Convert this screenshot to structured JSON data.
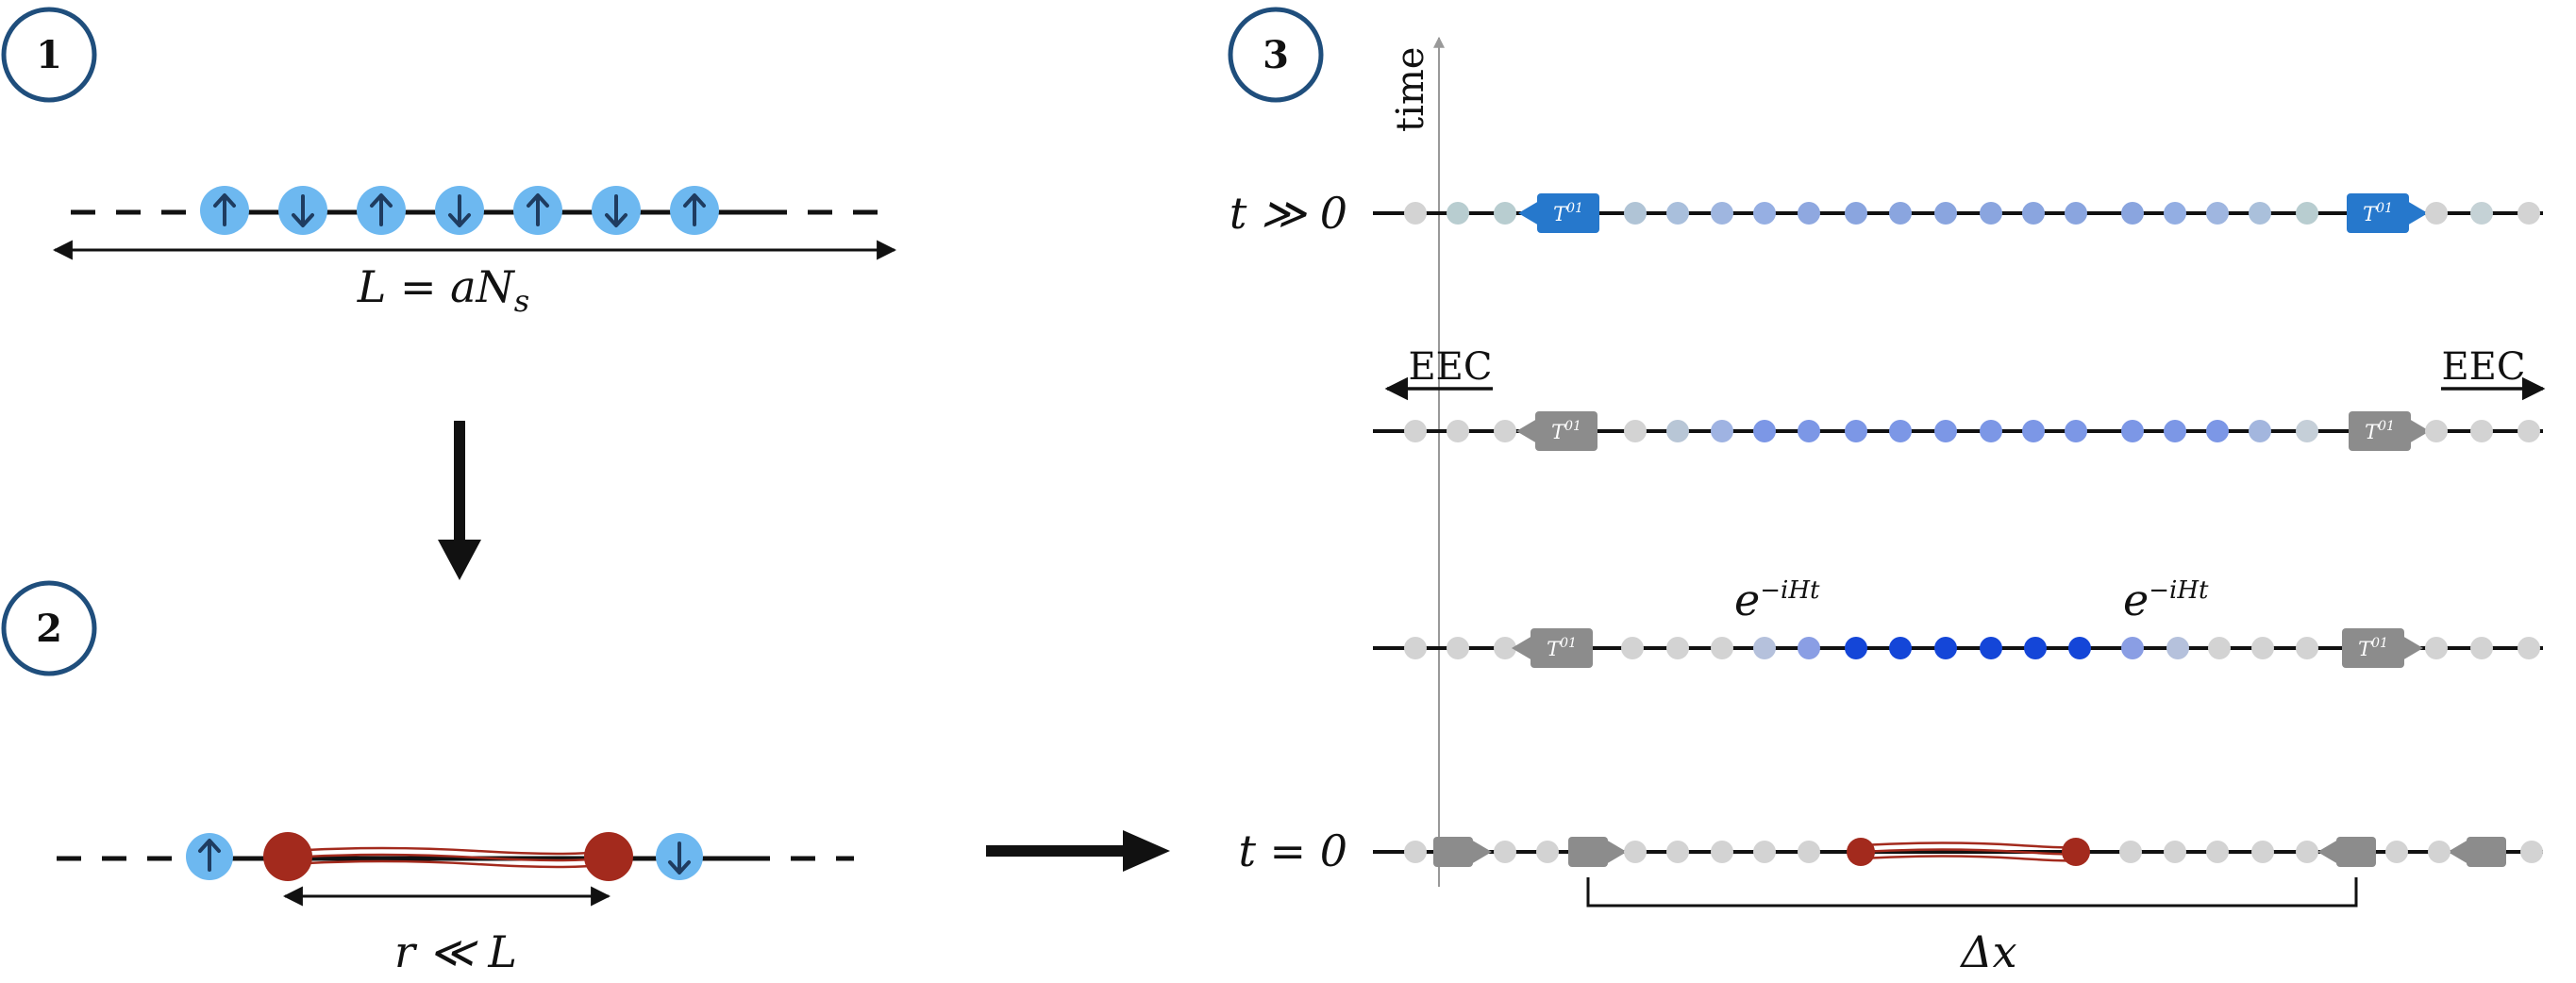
{
  "panels": [
    {
      "number": "1"
    },
    {
      "number": "2"
    },
    {
      "number": "3"
    }
  ],
  "panel1": {
    "length_label": "L = aN",
    "length_subscript": "s",
    "spins": [
      "up",
      "down",
      "up",
      "down",
      "up",
      "down",
      "up"
    ]
  },
  "panel2": {
    "distance_label": "r ≪ L",
    "spins": [
      "up",
      "down"
    ]
  },
  "panel3": {
    "time_axis_label": "time",
    "row_labels": {
      "top": "t ≫ 0",
      "bottom": "t = 0"
    },
    "eec_left": "EEC",
    "eec_right": "EEC",
    "evolution": "e",
    "evolution_exponent": "−iHt",
    "operator": "T",
    "operator_superscript": "01",
    "delta_x": "Δx"
  },
  "colors": {
    "spin_fill": "#6db8f0",
    "string_red": "#a32a1d",
    "marker_gray": "#8c8c8c",
    "marker_blue": "#2678cc",
    "site_gray": "#d3d3d3",
    "panel_circle": "#1f4e7c"
  },
  "icons": [
    "up-arrow-icon",
    "down-arrow-icon",
    "right-arrow-icon",
    "down-arrow-big-icon"
  ]
}
